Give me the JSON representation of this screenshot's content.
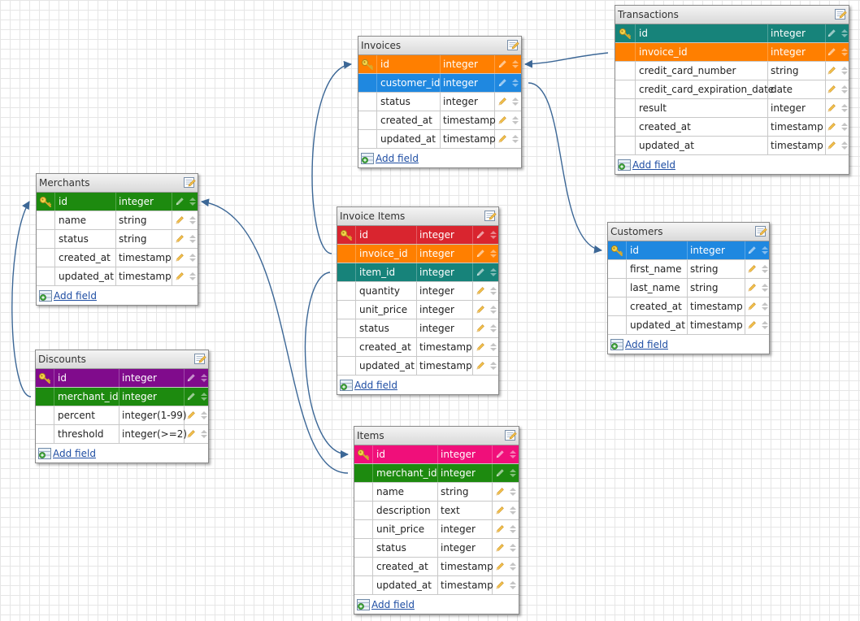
{
  "labels": {
    "add_field": "Add field"
  },
  "colors": {
    "primary_key_invoices": "#ff7f00",
    "foreign_key_customer": "#1f88e0",
    "primary_key_transactions": "#17837a",
    "foreign_key_invoice": "#ff7f00",
    "primary_key_merchants": "#1d8a0f",
    "primary_key_invoice_items": "#d9252f",
    "foreign_key_item": "#17837a",
    "primary_key_customers": "#1f88e0",
    "primary_key_discounts": "#800b8c",
    "foreign_key_merchant": "#1d8a0f",
    "primary_key_items": "#f00f7a",
    "connector": "#3c6796"
  },
  "tables": [
    {
      "id": "transactions",
      "name": "Transactions",
      "rows": [
        {
          "name": "id",
          "type": "integer",
          "color": "#17837a",
          "key": true
        },
        {
          "name": "invoice_id",
          "type": "integer",
          "color": "#ff7f00"
        },
        {
          "name": "credit_card_number",
          "type": "string"
        },
        {
          "name": "credit_card_expiration_date",
          "type": "date"
        },
        {
          "name": "result",
          "type": "integer"
        },
        {
          "name": "created_at",
          "type": "timestamp"
        },
        {
          "name": "updated_at",
          "type": "timestamp"
        }
      ]
    },
    {
      "id": "invoices",
      "name": "Invoices",
      "rows": [
        {
          "name": "id",
          "type": "integer",
          "color": "#ff7f00",
          "key": true
        },
        {
          "name": "customer_id",
          "type": "integer",
          "color": "#1f88e0"
        },
        {
          "name": "status",
          "type": "integer"
        },
        {
          "name": "created_at",
          "type": "timestamp"
        },
        {
          "name": "updated_at",
          "type": "timestamp"
        }
      ]
    },
    {
      "id": "merchants",
      "name": "Merchants",
      "rows": [
        {
          "name": "id",
          "type": "integer",
          "color": "#1d8a0f",
          "key": true
        },
        {
          "name": "name",
          "type": "string"
        },
        {
          "name": "status",
          "type": "string"
        },
        {
          "name": "created_at",
          "type": "timestamp"
        },
        {
          "name": "updated_at",
          "type": "timestamp"
        }
      ]
    },
    {
      "id": "invoice_items",
      "name": "Invoice Items",
      "rows": [
        {
          "name": "id",
          "type": "integer",
          "color": "#d9252f",
          "key": true
        },
        {
          "name": "invoice_id",
          "type": "integer",
          "color": "#ff7f00"
        },
        {
          "name": "item_id",
          "type": "integer",
          "color": "#17837a"
        },
        {
          "name": "quantity",
          "type": "integer"
        },
        {
          "name": "unit_price",
          "type": "integer"
        },
        {
          "name": "status",
          "type": "integer"
        },
        {
          "name": "created_at",
          "type": "timestamp"
        },
        {
          "name": "updated_at",
          "type": "timestamp"
        }
      ]
    },
    {
      "id": "customers",
      "name": "Customers",
      "rows": [
        {
          "name": "id",
          "type": "integer",
          "color": "#1f88e0",
          "key": true
        },
        {
          "name": "first_name",
          "type": "string"
        },
        {
          "name": "last_name",
          "type": "string"
        },
        {
          "name": "created_at",
          "type": "timestamp"
        },
        {
          "name": "updated_at",
          "type": "timestamp"
        }
      ]
    },
    {
      "id": "discounts",
      "name": "Discounts",
      "rows": [
        {
          "name": "id",
          "type": "integer",
          "color": "#800b8c",
          "key": true
        },
        {
          "name": "merchant_id",
          "type": "integer",
          "color": "#1d8a0f"
        },
        {
          "name": "percent",
          "type": "integer(1-99)"
        },
        {
          "name": "threshold",
          "type": "integer(>=2)"
        }
      ]
    },
    {
      "id": "items",
      "name": "Items",
      "rows": [
        {
          "name": "id",
          "type": "integer",
          "color": "#f00f7a",
          "key": true
        },
        {
          "name": "merchant_id",
          "type": "integer",
          "color": "#1d8a0f"
        },
        {
          "name": "name",
          "type": "string"
        },
        {
          "name": "description",
          "type": "text"
        },
        {
          "name": "unit_price",
          "type": "integer"
        },
        {
          "name": "status",
          "type": "integer"
        },
        {
          "name": "created_at",
          "type": "timestamp"
        },
        {
          "name": "updated_at",
          "type": "timestamp"
        }
      ]
    }
  ],
  "relations": [
    {
      "from": "transactions.invoice_id",
      "to": "invoices.id"
    },
    {
      "from": "invoices.customer_id",
      "to": "customers.id"
    },
    {
      "from": "invoice_items.invoice_id",
      "to": "invoices.id"
    },
    {
      "from": "invoice_items.item_id",
      "to": "items.id"
    },
    {
      "from": "items.merchant_id",
      "to": "merchants.id"
    },
    {
      "from": "discounts.merchant_id",
      "to": "merchants.id"
    }
  ]
}
